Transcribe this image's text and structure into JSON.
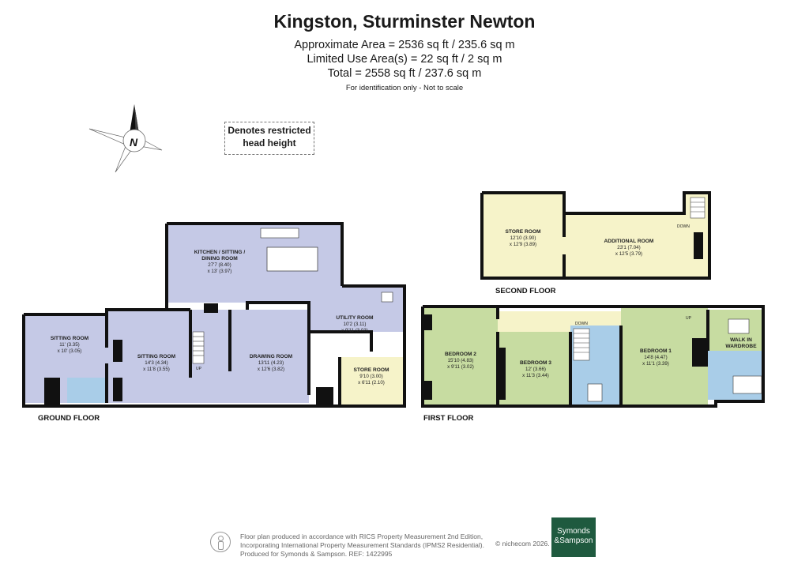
{
  "header": {
    "title": "Kingston, Sturminster Newton",
    "line1": "Approximate Area = 2536 sq ft / 235.6 sq m",
    "line2": "Limited Use Area(s) = 22 sq ft / 2 sq m",
    "line3": "Total = 2558 sq ft / 237.6 sq m",
    "note": "For identification only - Not to scale"
  },
  "compass_letter": "N",
  "legend": {
    "line1": "Denotes restricted",
    "line2": "head height"
  },
  "floors": {
    "ground": "GROUND FLOOR",
    "first": "FIRST FLOOR",
    "second": "SECOND FLOOR"
  },
  "rooms": {
    "kitchen": {
      "name1": "KITCHEN / SITTING /",
      "name2": "DINING ROOM",
      "d1": "27'7 (8.40)",
      "d2": "x 13' (3.97)"
    },
    "utility": {
      "name": "UTILITY ROOM",
      "d1": "10'2 (3.11)",
      "d2": "x 9'11 (3.03)"
    },
    "sitting1": {
      "name": "SITTING ROOM",
      "d1": "11' (3.35)",
      "d2": "x 10' (3.05)"
    },
    "sitting2": {
      "name": "SITTING ROOM",
      "d1": "14'3 (4.34)",
      "d2": "x 11'8 (3.55)"
    },
    "drawing": {
      "name": "DRAWING ROOM",
      "d1": "13'11 (4.23)",
      "d2": "x 12'6 (3.82)"
    },
    "store_ground": {
      "name": "STORE ROOM",
      "d1": "9'10 (3.00)",
      "d2": "x 6'11 (2.10)"
    },
    "store_second": {
      "name": "STORE ROOM",
      "d1": "12'10 (3.90)",
      "d2": "x 12'9 (3.89)"
    },
    "additional": {
      "name": "ADDITIONAL ROOM",
      "d1": "23'1 (7.04)",
      "d2": "x 12'5 (3.79)"
    },
    "bedroom2": {
      "name": "BEDROOM 2",
      "d1": "15'10 (4.83)",
      "d2": "x 9'11 (3.02)"
    },
    "bedroom3": {
      "name": "BEDROOM 3",
      "d1": "12' (3.66)",
      "d2": "x 11'3 (3.44)"
    },
    "bedroom1": {
      "name": "BEDROOM 1",
      "d1": "14'8 (4.47)",
      "d2": "x 11'1 (3.39)"
    },
    "wardrobe": {
      "name1": "WALK IN",
      "name2": "WARDROBE"
    }
  },
  "stair_labels": {
    "up": "UP",
    "down": "DOWN"
  },
  "footer": {
    "line1": "Floor plan produced in accordance with RICS Property Measurement 2nd Edition,",
    "line2": "Incorporating International Property Measurement Standards (IPMS2 Residential).",
    "line3": "Produced for Symonds & Sampson.   REF: 1422995",
    "copyright": "© nichecom 2026."
  },
  "logo": {
    "line1": "Symonds",
    "line2": "&Sampson"
  },
  "colors": {
    "reception": "#c5c9e6",
    "bedroom": "#c7dca1",
    "store": "#f6f3c9",
    "wet": "#a9cde8",
    "wall": "#111111",
    "brand": "#1f5a3f"
  }
}
